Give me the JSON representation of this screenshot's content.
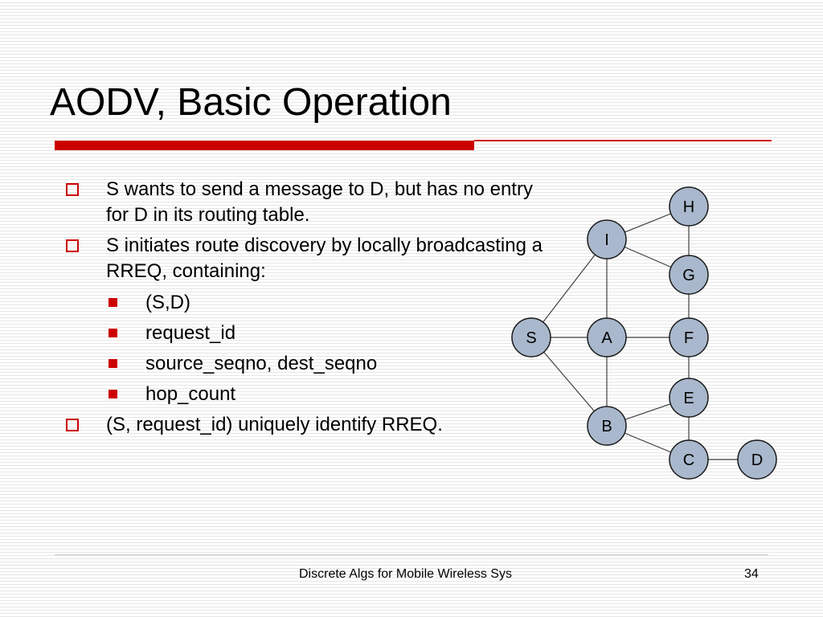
{
  "slide": {
    "title": "AODV, Basic Operation",
    "bullets": [
      {
        "text": "S wants to send a message to D, but has no entry for D in its routing table."
      },
      {
        "text": "S initiates route discovery by locally broadcasting a RREQ, containing:"
      },
      {
        "text": "(S, request_id) uniquely identify RREQ."
      }
    ],
    "sub_bullets": [
      "(S,D)",
      "request_id",
      "source_seqno, dest_seqno",
      "hop_count"
    ],
    "footer": "Discrete Algs for Mobile Wireless Sys",
    "page_number": "34"
  },
  "network": {
    "node_fill": "#a9b8cc",
    "node_stroke": "#1a1a1a",
    "edge_color": "#404040",
    "nodes": [
      "H",
      "I",
      "G",
      "S",
      "A",
      "F",
      "E",
      "B",
      "C",
      "D"
    ],
    "edges": [
      [
        "I",
        "H"
      ],
      [
        "I",
        "G"
      ],
      [
        "H",
        "G"
      ],
      [
        "I",
        "A"
      ],
      [
        "I",
        "S"
      ],
      [
        "S",
        "A"
      ],
      [
        "A",
        "F"
      ],
      [
        "G",
        "F"
      ],
      [
        "S",
        "B"
      ],
      [
        "A",
        "B"
      ],
      [
        "F",
        "E"
      ],
      [
        "B",
        "E"
      ],
      [
        "B",
        "C"
      ],
      [
        "E",
        "C"
      ],
      [
        "C",
        "D"
      ]
    ]
  },
  "colors": {
    "accent": "#cc0000"
  }
}
